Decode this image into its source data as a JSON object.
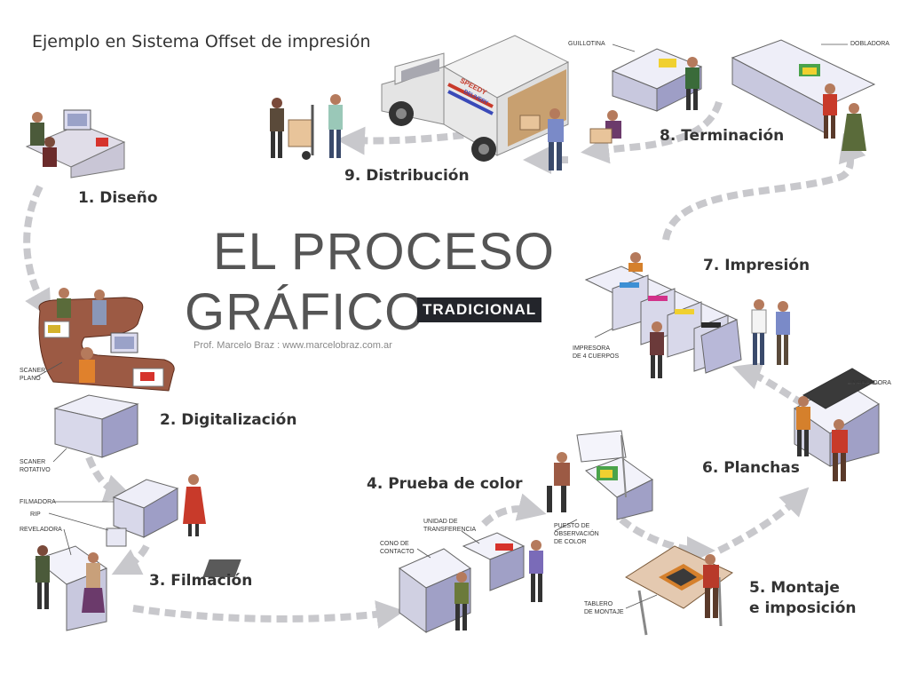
{
  "header": {
    "subtitle": "Ejemplo en Sistema Offset de impresión"
  },
  "title": {
    "line1": "EL PROCESO",
    "line2": "GRÁFICO",
    "badge": "TRADICIONAL",
    "author": "Prof. Marcelo Braz : www.marcelobraz.com.ar"
  },
  "steps": {
    "s1": "1. Diseño",
    "s2": "2. Digitalización",
    "s3": "3. Filmación",
    "s4": "4. Prueba de color",
    "s5a": "5. Montaje",
    "s5b": "e imposición",
    "s6": "6. Planchas",
    "s7": "7. Impresión",
    "s8": "8. Terminación",
    "s9": "9. Distribución"
  },
  "labels": {
    "scaner_plano": [
      "SCANER",
      "PLANO"
    ],
    "scaner_rotativo": [
      "SCANER",
      "ROTATIVO"
    ],
    "filmadora": "FILMADORA",
    "rip": "RIP",
    "reveladora": "REVELADORA",
    "unidad": [
      "UNIDAD DE",
      "TRANSFERENCIA"
    ],
    "cono": [
      "CONO DE",
      "CONTACTO"
    ],
    "puesto": [
      "PUESTO DE",
      "OBSERVACIÓN",
      "DE COLOR"
    ],
    "tablero": [
      "TABLERO",
      "DE MONTAJE"
    ],
    "insoladora": "INSOLADORA",
    "impresora": [
      "IMPRESORA",
      "DE 4 CUERPOS"
    ],
    "guillotina": "GUILLOTINA",
    "dobladora": "DOBLADORA",
    "truck_brand": "SPEEDY",
    "truck_sub": "DELIVERY"
  },
  "colors": {
    "arrow": "#c8c8cc",
    "machine": "#e4e4f2",
    "machine_dark": "#7c7caa",
    "desk": "#8a4a3a",
    "title": "#555555",
    "badge_bg": "#23252b"
  }
}
